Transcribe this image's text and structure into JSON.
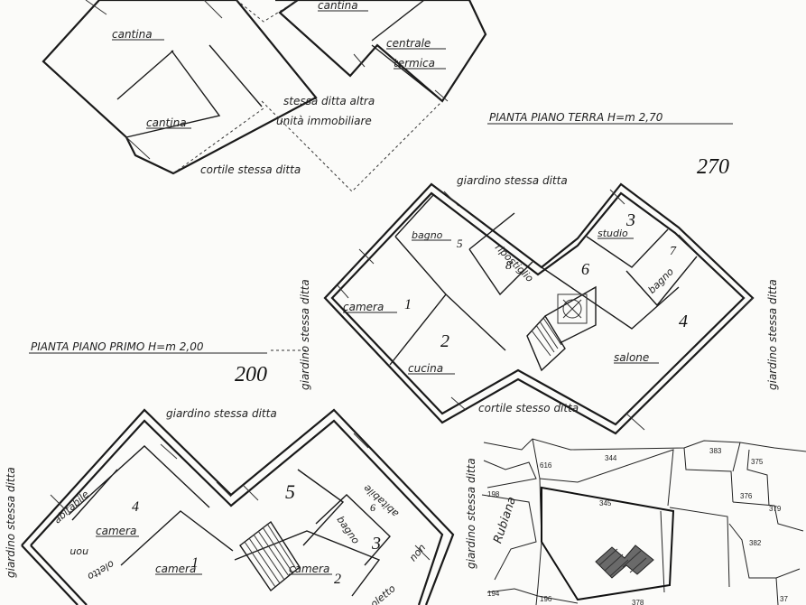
{
  "basement": {
    "room_left": "cantina",
    "room_top": "cantina",
    "room_bottom": "cantina",
    "room_heat_1": "centrale",
    "room_heat_2": "termica",
    "note_1": "stessa ditta altra",
    "note_2": "unità immobiliare",
    "courtyard": "cortile stessa ditta"
  },
  "ground_floor": {
    "title": "PIANTA PIANO TERRA  H=m 2,70",
    "height_note": "270",
    "garden_top": "giardino stessa ditta",
    "garden_left": "giardino stessa ditta",
    "garden_right": "giardino stessa ditta",
    "courtyard": "cortile stesso ditta",
    "rooms": {
      "bagno": "bagno",
      "ripostiglio": "ripostiglio",
      "studio": "studio",
      "bagno2": "bagno",
      "camera": "camera",
      "cucina": "cucina",
      "salone": "salone"
    },
    "marks": {
      "m1": "1",
      "m2": "2",
      "m3": "3",
      "m4": "4",
      "m5": "5",
      "m6": "6",
      "m7": "7",
      "m8": "8"
    }
  },
  "first_floor": {
    "title": "PIANTA PIANO PRIMO  H=m 2,00",
    "height_note": "200",
    "garden_top": "giardino stessa ditta",
    "garden_left": "giardino stessa ditta",
    "rooms": {
      "abitabile_left": "abitabile",
      "abitabile_right": "abitabile",
      "camera1": "camera",
      "camera2": "camera",
      "camera3": "camera",
      "bagno": "bagno",
      "non_left": "non",
      "oletto_left": "oletto",
      "non_right": "non",
      "oletto_right": "oletto"
    },
    "marks": {
      "m1": "4",
      "m2": "1",
      "m3": "2",
      "m4": "3",
      "m5": "5",
      "m6": "6"
    }
  },
  "cadastral_map": {
    "side_label": "giardino stessa ditta",
    "street": "Rubiana",
    "parcels": [
      "344",
      "383",
      "375",
      "616",
      "376",
      "198",
      "345",
      "379",
      "382",
      "194",
      "196",
      "378",
      "37"
    ]
  }
}
